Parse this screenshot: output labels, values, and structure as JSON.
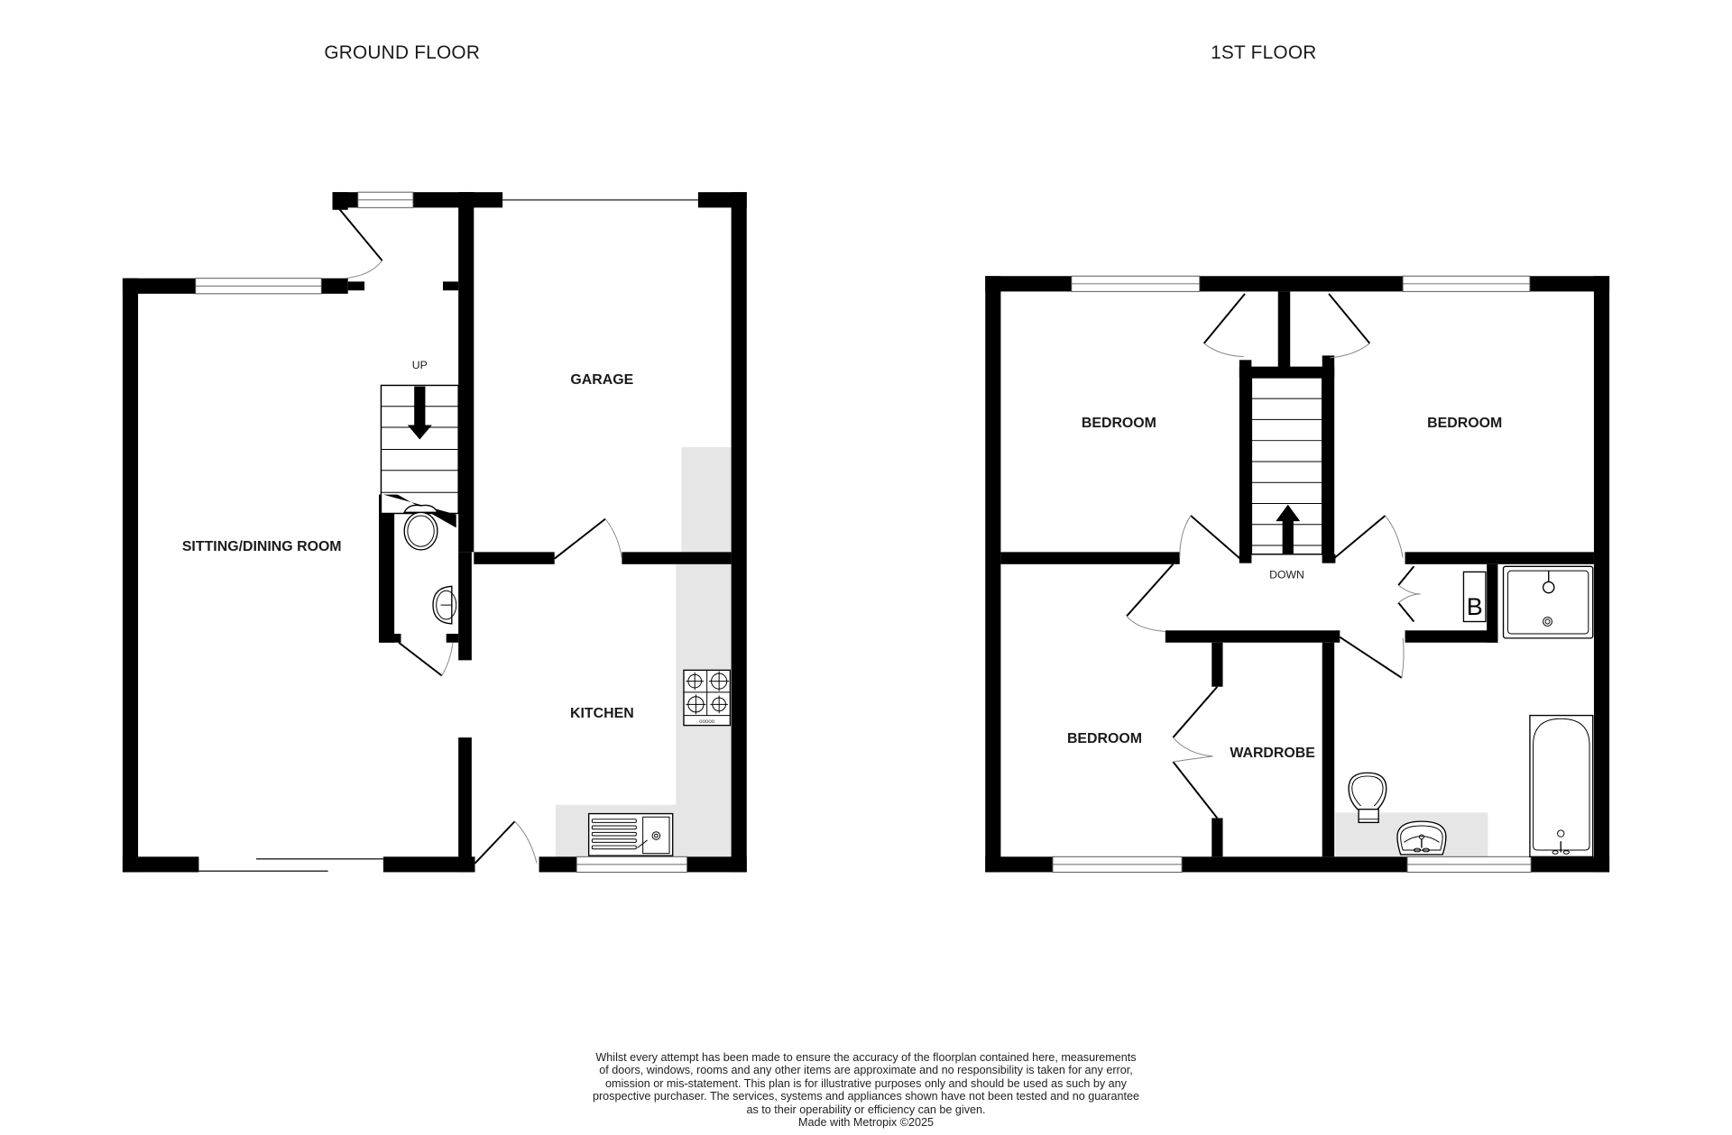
{
  "floors": [
    {
      "title": "GROUND FLOOR",
      "rooms": [
        {
          "label": "SITTING/DINING ROOM"
        },
        {
          "label": "GARAGE"
        },
        {
          "label": "KITCHEN"
        }
      ],
      "stairs_label": "UP"
    },
    {
      "title": "1ST FLOOR",
      "rooms": [
        {
          "label": "BEDROOM"
        },
        {
          "label": "BEDROOM"
        },
        {
          "label": "BEDROOM"
        },
        {
          "label": "WARDROBE"
        }
      ],
      "stairs_label": "DOWN",
      "boiler_label": "B"
    }
  ],
  "disclaimer": {
    "lines": [
      "Whilst every attempt has been made to ensure the accuracy of the floorplan contained here, measurements",
      "of doors, windows, rooms and any other items are approximate and no responsibility is taken for any error,",
      "omission or mis-statement. This plan is for illustrative purposes only and should be used as such by any",
      "prospective purchaser. The services, systems and appliances shown have not been tested and no guarantee",
      "as to their operability or efficiency can be given.",
      "Made with Metropix ©2025"
    ]
  },
  "colors": {
    "wall": "#000000",
    "worktop": "#e6e6e6",
    "background": "#ffffff",
    "text": "#1a1a1a"
  }
}
